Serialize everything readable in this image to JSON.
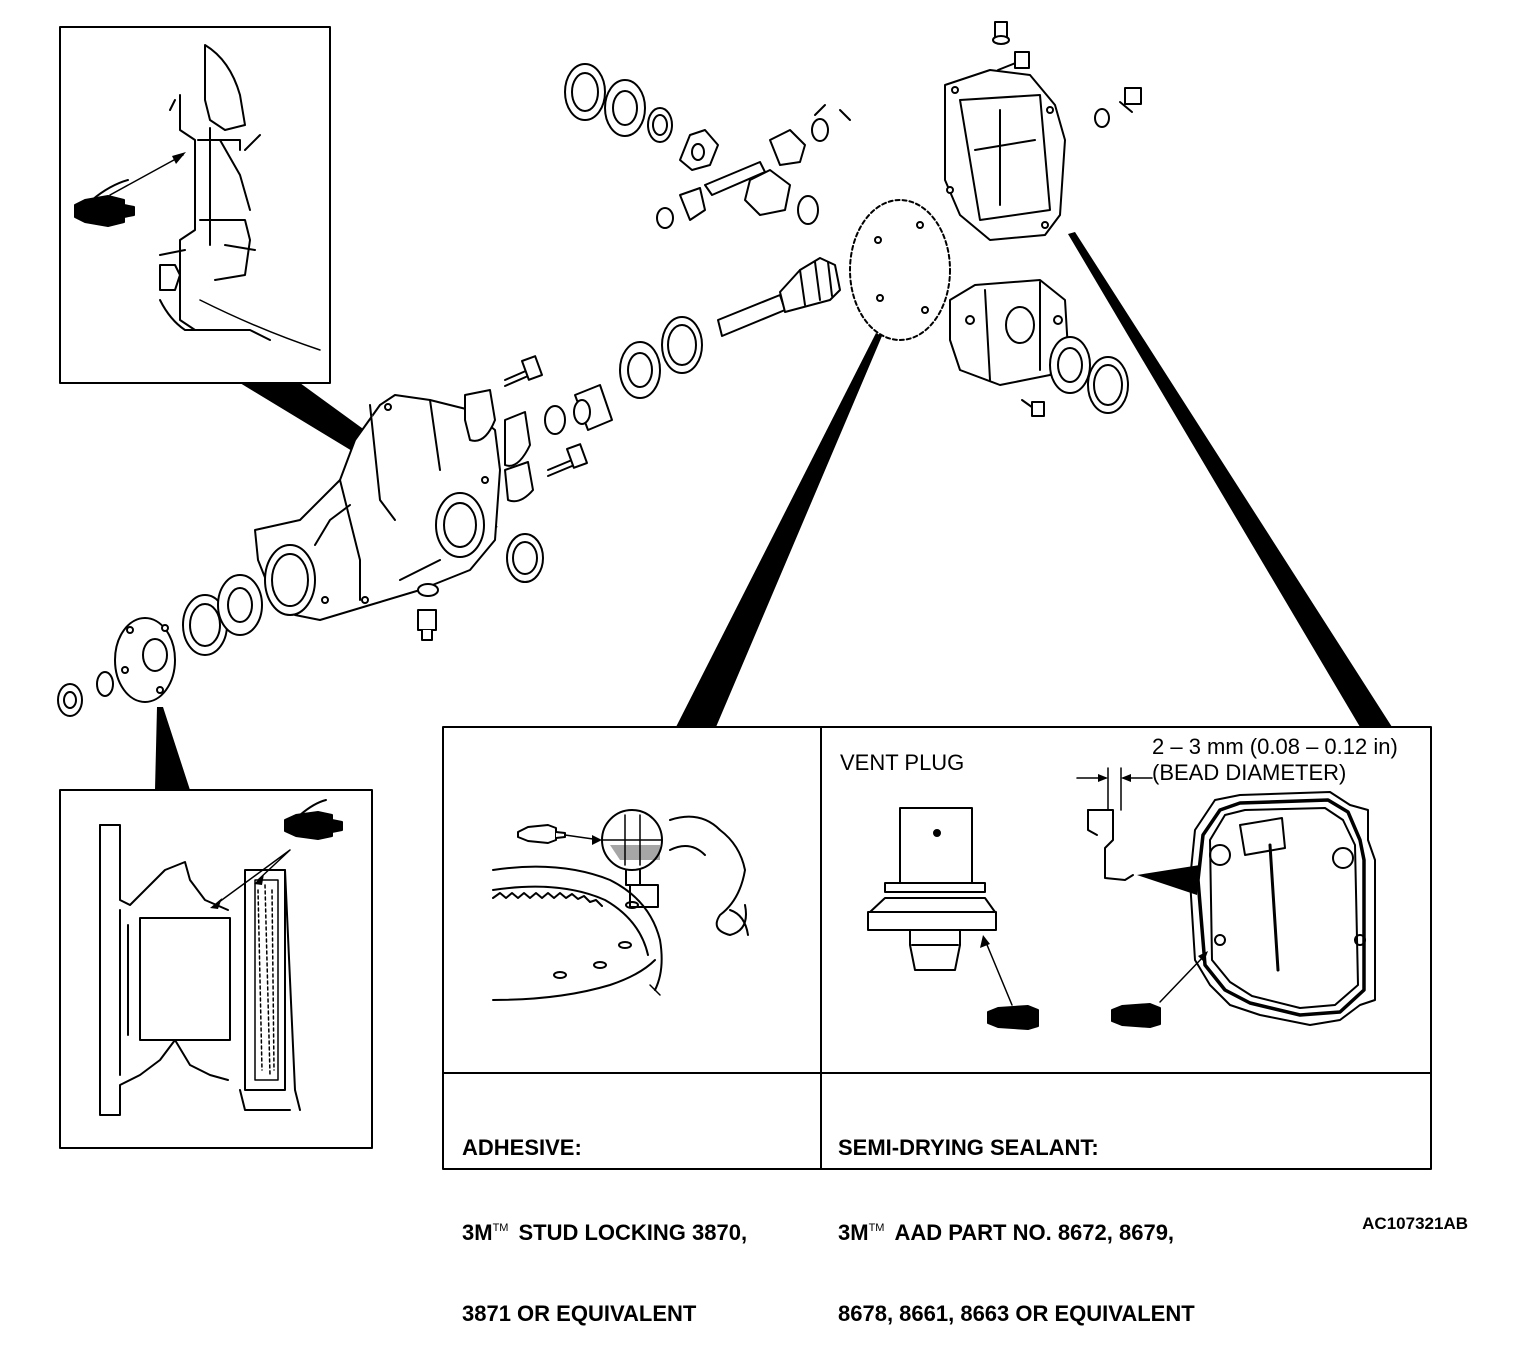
{
  "adhesive": {
    "line1": "ADHESIVE:",
    "line2_brand": "3M",
    "line2_mark": "TM",
    "line2_rest": "STUD LOCKING 3870,",
    "line3": "3871 OR EQUIVALENT"
  },
  "sealant": {
    "line1": "SEMI-DRYING SEALANT:",
    "line2_brand": "3M",
    "line2_mark": "TM",
    "line2_rest": "AAD PART NO. 8672, 8679,",
    "line3": "8678, 8661, 8663 OR EQUIVALENT"
  },
  "vent_plug_label": "VENT PLUG",
  "bead": {
    "size": "2 – 3 mm (0.08 – 0.12 in)",
    "caption": "(BEAD DIAMETER)"
  },
  "figure_id": "AC107321AB"
}
